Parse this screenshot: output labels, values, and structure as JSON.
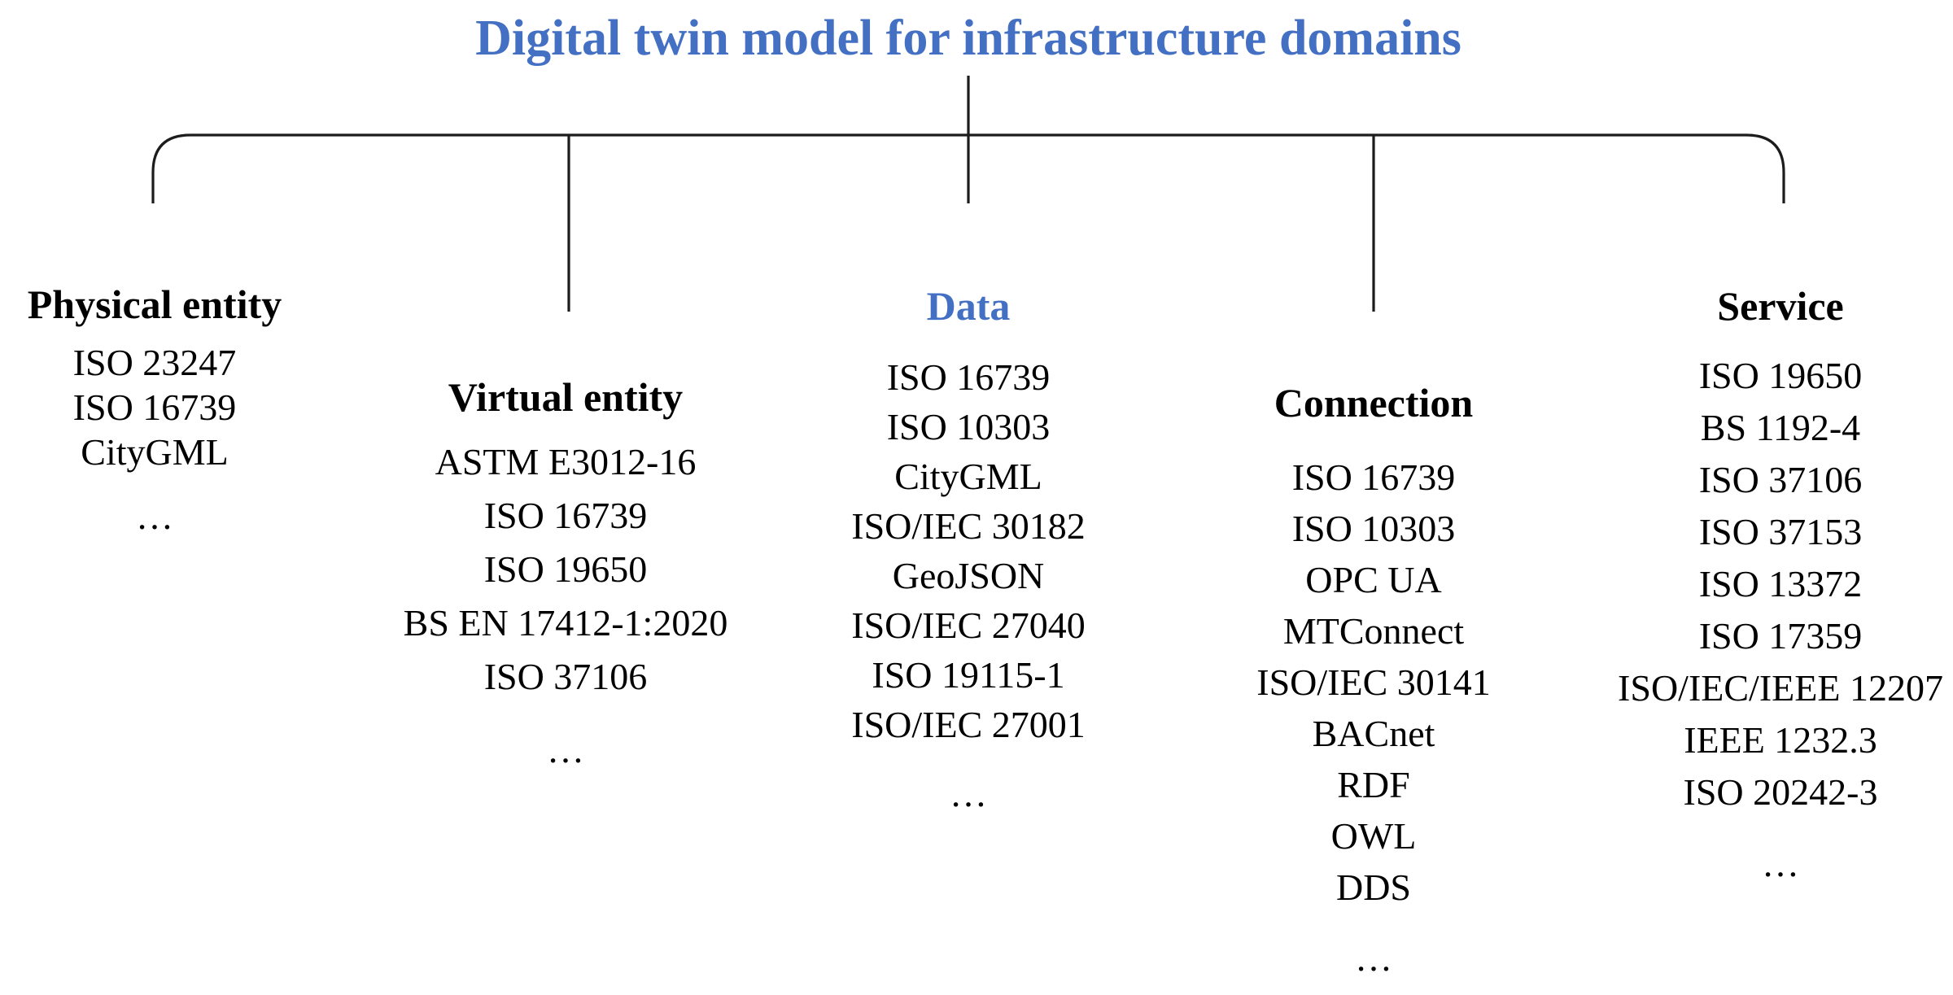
{
  "title": "Digital twin model for infrastructure domains",
  "colors": {
    "accent_blue": "#4470C4",
    "text_black": "#000000",
    "line_black": "#1c1c1c",
    "background": "#ffffff"
  },
  "columns": [
    {
      "id": "physical-entity",
      "title": "Physical entity",
      "items": [
        "ISO 23247",
        "ISO 16739",
        "CityGML",
        "…"
      ]
    },
    {
      "id": "virtual-entity",
      "title": "Virtual entity",
      "items": [
        "ASTM E3012-16",
        "ISO 16739",
        "ISO 19650",
        "BS EN 17412-1:2020",
        "ISO 37106",
        "…"
      ]
    },
    {
      "id": "data",
      "title": "Data",
      "items": [
        "ISO 16739",
        "ISO 10303",
        "CityGML",
        "ISO/IEC 30182",
        "GeoJSON",
        "ISO/IEC 27040",
        "ISO 19115-1",
        "ISO/IEC 27001",
        "…"
      ]
    },
    {
      "id": "connection",
      "title": "Connection",
      "items": [
        "ISO 16739",
        "ISO 10303",
        "OPC UA",
        "MTConnect",
        "ISO/IEC 30141",
        "BACnet",
        "RDF",
        "OWL",
        "DDS",
        "…"
      ]
    },
    {
      "id": "service",
      "title": "Service",
      "items": [
        "ISO 19650",
        "BS 1192-4",
        "ISO 37106",
        "ISO 37153",
        "ISO 13372",
        "ISO 17359",
        "ISO/IEC/IEEE 12207",
        "IEEE 1232.3",
        "ISO 20242-3",
        "…"
      ]
    }
  ]
}
